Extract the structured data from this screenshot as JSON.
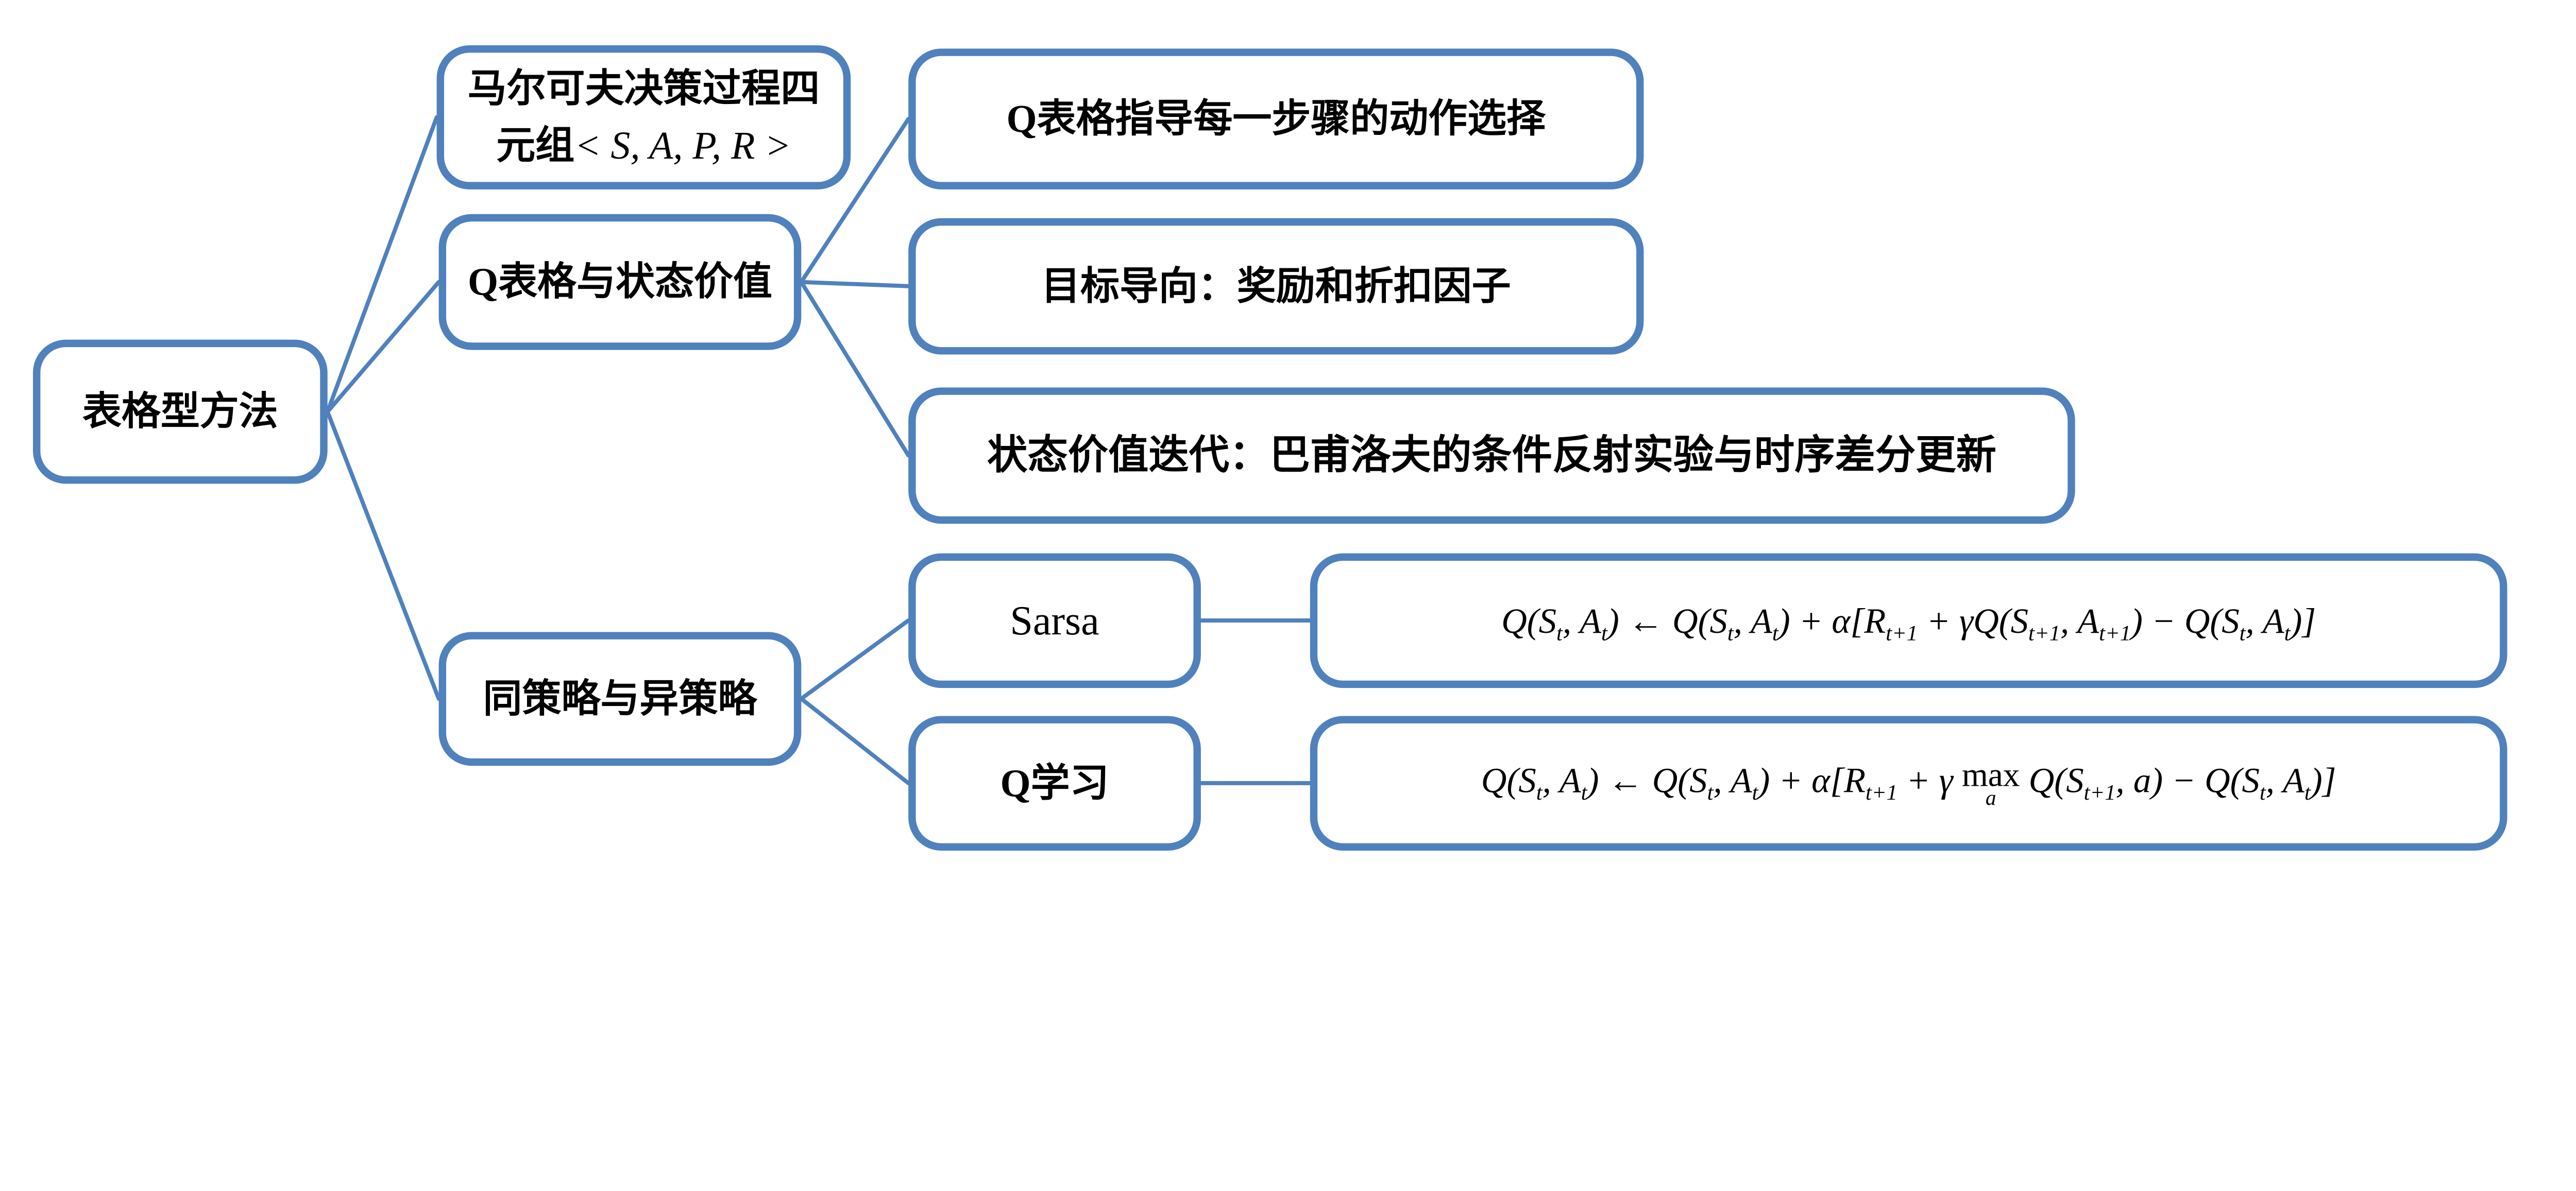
{
  "colors": {
    "line": "#4f81bd",
    "text": "#000000",
    "background": "#ffffff"
  },
  "nodes": {
    "root": {
      "label": "表格型方法"
    },
    "mdp": {
      "label": "马尔可夫决策过程四元组",
      "tuple": "< S, A, P, R >"
    },
    "qtable": {
      "label": "Q表格与状态价值"
    },
    "guide": {
      "label": "Q表格指导每一步骤的动作选择"
    },
    "goal": {
      "label": "目标导向：奖励和折扣因子"
    },
    "iter": {
      "label": "状态价值迭代：巴甫洛夫的条件反射实验与时序差分更新"
    },
    "policy": {
      "label": "同策略与异策略"
    },
    "sarsa": {
      "label": "Sarsa",
      "formula": [
        {
          "t": "Q(S"
        },
        {
          "s": "t"
        },
        {
          "t": ", A"
        },
        {
          "s": "t"
        },
        {
          "t": ") ← Q(S"
        },
        {
          "s": "t"
        },
        {
          "t": ", A"
        },
        {
          "s": "t"
        },
        {
          "t": ") + α[R"
        },
        {
          "s": "t+1"
        },
        {
          "t": " + γQ(S"
        },
        {
          "s": "t+1"
        },
        {
          "t": ", A"
        },
        {
          "s": "t+1"
        },
        {
          "t": ") − Q(S"
        },
        {
          "s": "t"
        },
        {
          "t": ", A"
        },
        {
          "s": "t"
        },
        {
          "t": ")]"
        }
      ]
    },
    "qlearning": {
      "label": "Q学习",
      "formula": [
        {
          "t": "Q(S"
        },
        {
          "s": "t"
        },
        {
          "t": ", A"
        },
        {
          "s": "t"
        },
        {
          "t": ") ← Q(S"
        },
        {
          "s": "t"
        },
        {
          "t": ", A"
        },
        {
          "s": "t"
        },
        {
          "t": ") + α[R"
        },
        {
          "s": "t+1"
        },
        {
          "t": " + γ "
        },
        {
          "m": "max",
          "u": "a"
        },
        {
          "t": " Q(S"
        },
        {
          "s": "t+1"
        },
        {
          "t": ", a) − Q(S"
        },
        {
          "s": "t"
        },
        {
          "t": ", A"
        },
        {
          "s": "t"
        },
        {
          "t": ")]"
        }
      ]
    }
  }
}
